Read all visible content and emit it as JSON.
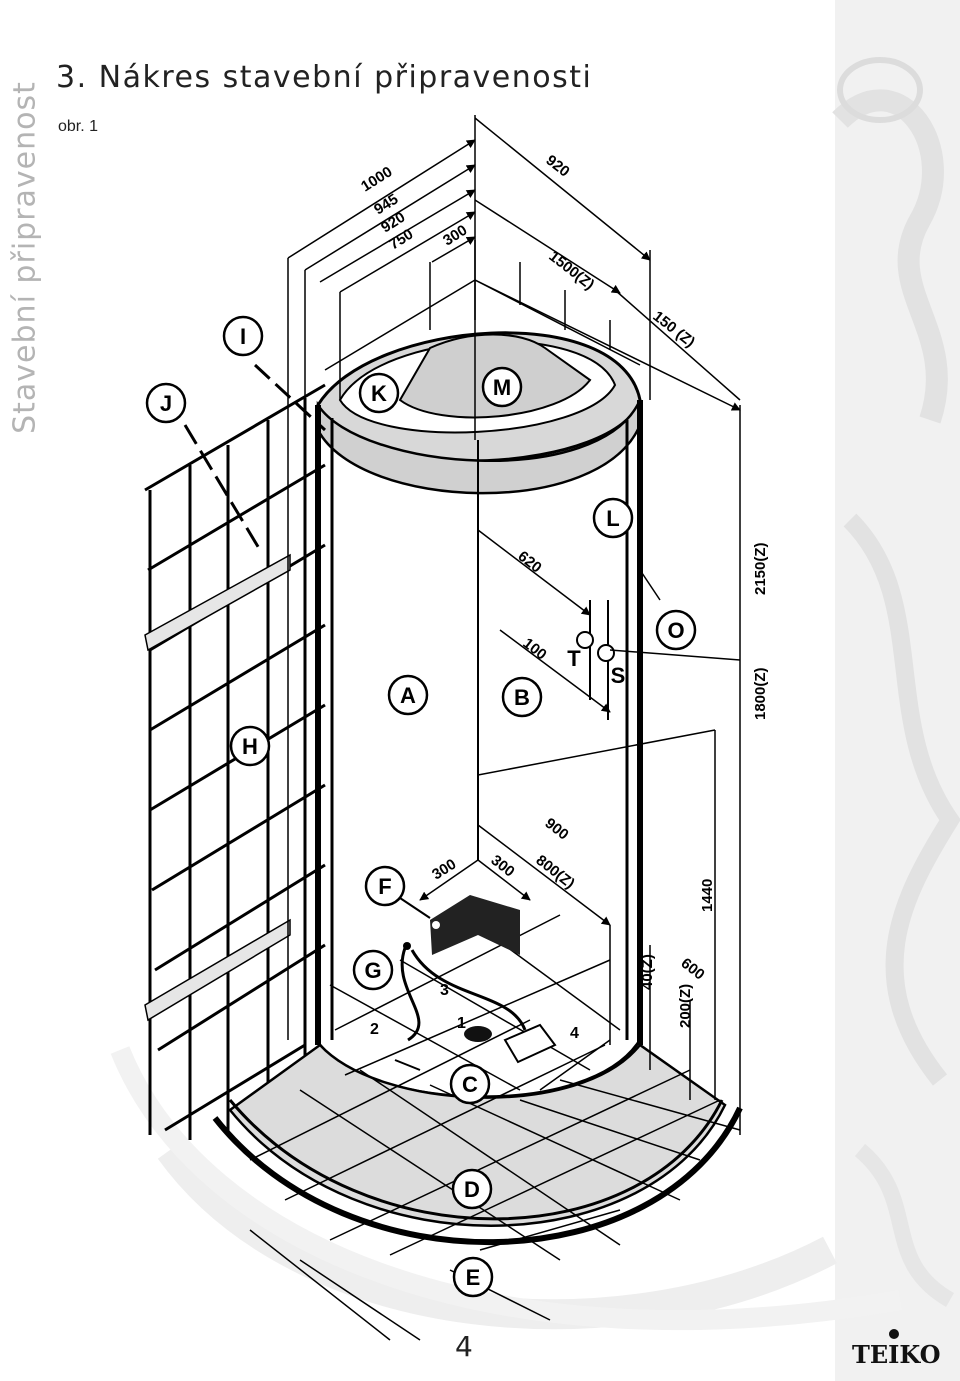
{
  "side_title": "Stavební připravenost",
  "heading": "3. Nákres stavební připravenosti",
  "figure_label": "obr. 1",
  "page_number": "4",
  "logo_text": "TEIKO",
  "callouts": {
    "A": "A",
    "B": "B",
    "C": "C",
    "D": "D",
    "E": "E",
    "F": "F",
    "G": "G",
    "H": "H",
    "I": "I",
    "J": "J",
    "K": "K",
    "L": "L",
    "M": "M",
    "O": "O",
    "S": "S",
    "T": "T"
  },
  "dimensions": {
    "d1000": "1000",
    "d945": "945",
    "d920a": "920",
    "d750": "750",
    "d300top": "300",
    "d920b": "920",
    "d1500": "1500(Z)",
    "d150": "150 (Z)",
    "d2150": "2150(Z)",
    "d620": "620",
    "d100": "100",
    "d1800": "1800(Z)",
    "d900": "900",
    "d800": "800(Z)",
    "d300a": "300",
    "d300b": "300",
    "d1440": "1440",
    "d40": "40(Z)",
    "d600": "600",
    "d200": "200(Z)"
  },
  "floor_numbers": {
    "n1": "1",
    "n2": "2",
    "n3": "3",
    "n4": "4"
  }
}
